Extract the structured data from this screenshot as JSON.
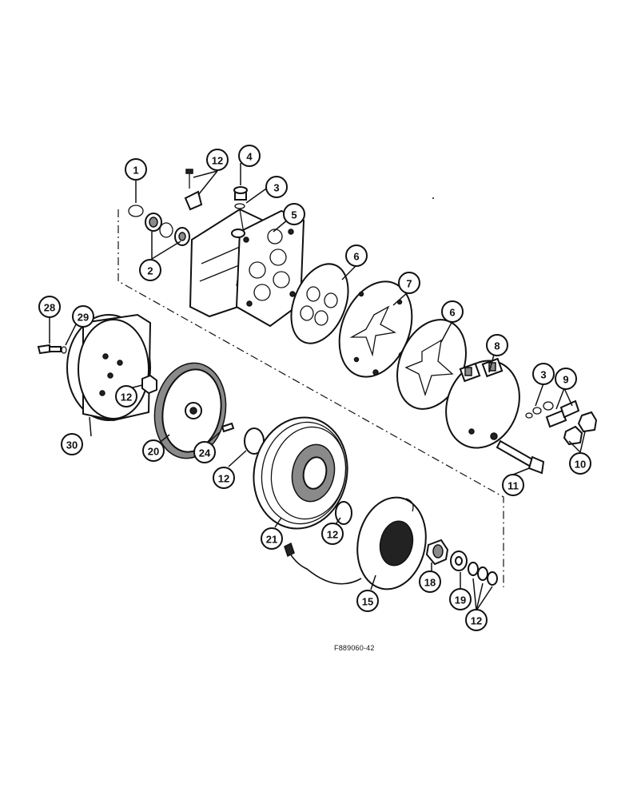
{
  "figure_id": "F889060-42",
  "callouts": [
    {
      "id": "c1",
      "label": "1"
    },
    {
      "id": "c2",
      "label": "2"
    },
    {
      "id": "c12a",
      "label": "12"
    },
    {
      "id": "c4",
      "label": "4"
    },
    {
      "id": "c3a",
      "label": "3"
    },
    {
      "id": "c5",
      "label": "5"
    },
    {
      "id": "c6a",
      "label": "6"
    },
    {
      "id": "c7",
      "label": "7"
    },
    {
      "id": "c6b",
      "label": "6"
    },
    {
      "id": "c8",
      "label": "8"
    },
    {
      "id": "c3b",
      "label": "3"
    },
    {
      "id": "c9",
      "label": "9"
    },
    {
      "id": "c10",
      "label": "10"
    },
    {
      "id": "c11",
      "label": "11"
    },
    {
      "id": "c28",
      "label": "28"
    },
    {
      "id": "c29",
      "label": "29"
    },
    {
      "id": "c30",
      "label": "30"
    },
    {
      "id": "c12b",
      "label": "12"
    },
    {
      "id": "c20",
      "label": "20"
    },
    {
      "id": "c24",
      "label": "24"
    },
    {
      "id": "c12c",
      "label": "12"
    },
    {
      "id": "c21",
      "label": "21"
    },
    {
      "id": "c12d",
      "label": "12"
    },
    {
      "id": "c15",
      "label": "15"
    },
    {
      "id": "c18",
      "label": "18"
    },
    {
      "id": "c19",
      "label": "19"
    },
    {
      "id": "c12e",
      "label": "12"
    }
  ]
}
